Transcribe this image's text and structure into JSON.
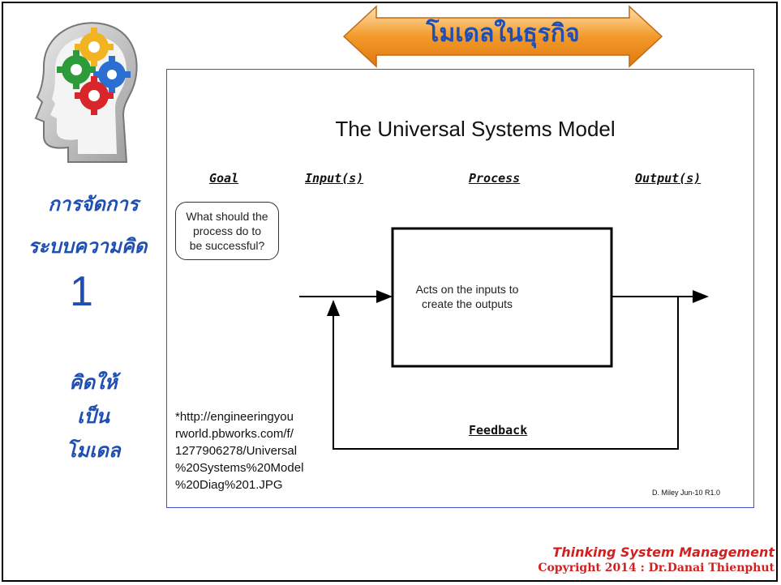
{
  "header": {
    "title": "โมเดลในธุรกิจ"
  },
  "sidebar": {
    "heading_line1": "การจัดการ",
    "heading_line2": "ระบบความคิด",
    "number": "1",
    "motto_line1": "คิดให้",
    "motto_line2": "เป็น",
    "motto_line3": "โมเดล"
  },
  "diagram": {
    "title": "The Universal Systems Model",
    "headers": {
      "goal": "Goal",
      "input": "Input(s)",
      "process": "Process",
      "output": "Output(s)"
    },
    "goal_text": [
      "What should the",
      "process do to",
      "be successful?"
    ],
    "process_text": [
      "Acts on the inputs to",
      "create the outputs"
    ],
    "feedback_label": "Feedback",
    "credit": "D. Miley  Jun-10  R1.0"
  },
  "source_note": [
    "*http://engineeringyou",
    "rworld.pbworks.com/f/",
    "1277906278/Universal",
    "%20Systems%20Model",
    "%20Diag%201.JPG"
  ],
  "footer": {
    "line1": "Thinking System Management",
    "line2": "Copyright  2014 : Dr.Danai  Thienphut"
  },
  "colors": {
    "accent_blue": "#1f4fb3",
    "banner_orange": "#f39a2a",
    "footer_red": "#d12020"
  },
  "icons": {
    "brain": "head-with-gears-icon"
  }
}
